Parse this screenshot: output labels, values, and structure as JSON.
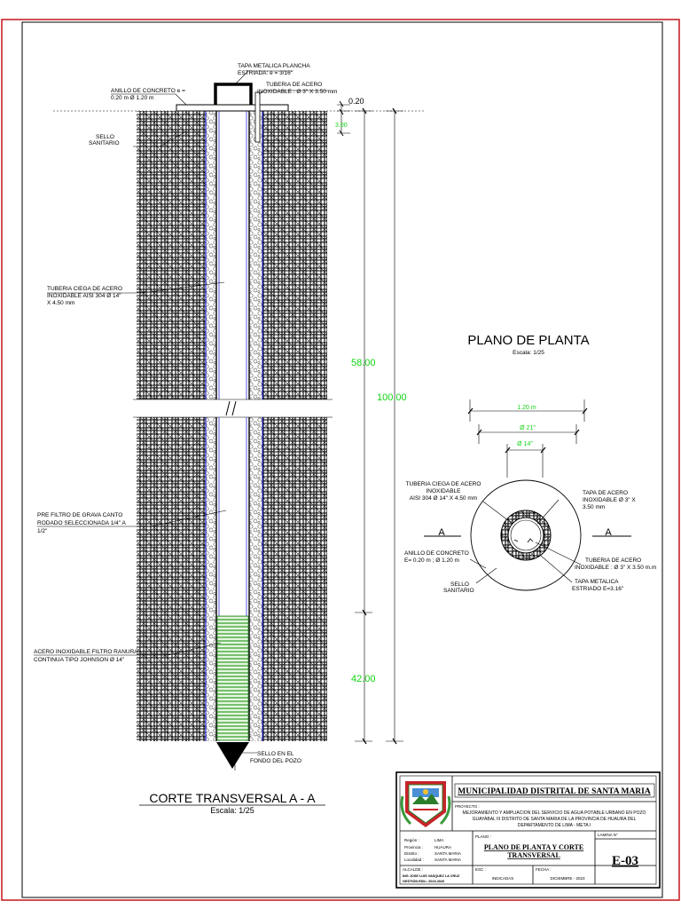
{
  "section": {
    "title": "CORTE TRANSVERSAL   A - A",
    "scale": "Escala: 1/25",
    "labels": {
      "tapa_1": "TAPA METALICA PLANCHA",
      "tapa_2": "ESTRIADA: e = 3/16\"",
      "anillo_1": "ANILLO DE CONCRETO e =",
      "anillo_2": "0.20 m  Ø 1.20 m",
      "tuberia_top_1": "TUBERIA DE ACERO",
      "tuberia_top_2": "INOXIDABLE : Ø 3\" X 3.50 mm",
      "sello_1": "SELLO",
      "sello_2": "SANITARIO",
      "ciega_1": "TUBERIA CIEGA DE ACERO",
      "ciega_2": "INOXIDABLE  AISI 304 Ø 14\"",
      "ciega_3": "X 4.50 mm",
      "prefiltro_1": "PRE FILTRO DE GRAVA CANTO",
      "prefiltro_2": "RODADO SELECCIONADA  1/4\" A",
      "prefiltro_3": "1/2\"",
      "filtro_1": "ACERO INOXIDABLE FILTRO RANURA",
      "filtro_2": "CONTINUA TIPO JOHNSON Ø 14\"",
      "fondo_1": "SELLO EN EL",
      "fondo_2": "FONDO DEL POZO"
    },
    "dims": {
      "d020": "0.20",
      "d300": "3.00",
      "d5800": "58.00",
      "d10000": "100.00",
      "d4200": "42.00"
    }
  },
  "plan": {
    "title": "PLANO DE PLANTA",
    "scale": "Escala: 1/25",
    "dims": {
      "d120": "1.20 m",
      "d21": "Ø 21\"",
      "d14": "Ø 14\""
    },
    "labels": {
      "ciega_1": "TUBERIA CIEGA DE ACERO",
      "ciega_2": "INOXIDABLE",
      "ciega_3": "AISI 304 Ø 14\" X 4.50 mm",
      "tapa_acero_1": "TAPA DE ACERO",
      "tapa_acero_2": "INOXIDABLE Ø 3\" X",
      "tapa_acero_3": "3.50 mm",
      "anillo_1": "ANILLO DE CONCRETO",
      "anillo_2": "E= 0.20 m ; Ø 1.20 m",
      "sello_1": "SELLO",
      "sello_2": "SANITARIO",
      "tuberia_1": "TUBERIA DE ACERO",
      "tuberia_2": "INOXIDABLE : Ø 3\" X 3.50 m.m",
      "tapa_met_1": "TAPA METALICA",
      "tapa_met_2": "ESTRIADO  E=3.16\"",
      "cut_left": "A",
      "cut_right": "A"
    }
  },
  "title_block": {
    "municipality": "MUNICIPALIDAD DISTRITAL DE SANTA MARIA",
    "proyecto_label": "PROYECTO :",
    "proyecto_1": "MEJORAMIENTO Y AMPLIACION DEL SERVICIO DE AGUA POTABLE URBANO EN POZO",
    "proyecto_2": "GUAYABAL III DISTRITO DE SANTA MARIA DE LA PROVINCIA DE HUAURA DEL",
    "proyecto_3": "DEPARTAMENTO DE LIMA - META I",
    "plano_label": "PLANO :",
    "plano_1": "PLANO DE PLANTA Y CORTE",
    "plano_2": "TRANSVERSAL",
    "lamina_label": "LAMINA N°",
    "lamina": "E-03",
    "region_label": "Región :",
    "region": "LIMA",
    "provincia_label": "Provincia :",
    "provincia": "HUAURA",
    "distrito_label": "Distrito :",
    "distrito": "SANTA MARIA",
    "localidad_label": "Localidad :",
    "localidad": "SANTA MARIA",
    "alcalde_label": "ALCALDE :",
    "alcalde": "ING JOSE LUIS VASQUEZ LA CRUZ",
    "gestion": "GESTIÓN EDIL: 2023-2026",
    "esc_label": "ESC :",
    "esc": "INDICADAS",
    "fecha_label": "FECHA :",
    "fecha": "DICIEMBRE - 2023"
  }
}
